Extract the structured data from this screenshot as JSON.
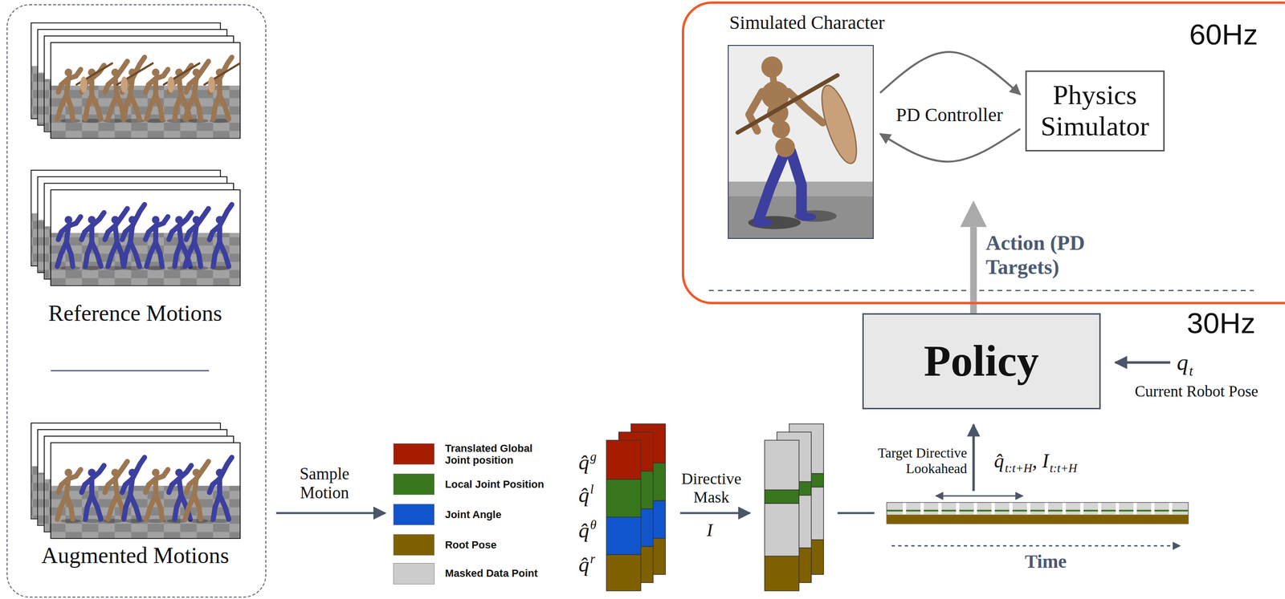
{
  "diagram": {
    "nodes": [
      {
        "text": [
          "Reference Motions",
          "Augmented Motions"
        ]
      },
      {
        "text": [
          "60Hz"
        ]
      },
      {
        "text": [
          "Simulated Character"
        ],
        "in": 1
      },
      {
        "text": [
          "Physics Simulator"
        ],
        "in": 1
      },
      {
        "text": [
          "Policy"
        ]
      }
    ],
    "edges": [
      {
        "from": 2,
        "to": 3,
        "label": "PD Controller",
        "arrow": "to"
      },
      {
        "from": 3,
        "to": 2,
        "arrow": "to"
      },
      {
        "from": 4,
        "to": 1,
        "label": "Action (PD Targets)",
        "arrow": "to"
      }
    ],
    "labels": [
      "Sample Motion",
      "q̂",
      "g",
      "q̂",
      "l",
      "q̂",
      "θ",
      "q̂",
      "r",
      "Directive Mask",
      "I",
      "Target Directive Lookahead",
      "q̂",
      "t:t+H",
      ", I",
      "t:t+H",
      "Time",
      "q",
      "t",
      "Current Robot Pose",
      "30Hz"
    ],
    "legend": [
      {
        "text": "Translated Global Joint position",
        "color": "#a61c00"
      },
      {
        "text": "Local Joint Position",
        "color": "#38761d"
      },
      {
        "text": "Joint Angle",
        "color": "#1155cc"
      },
      {
        "text": "Root Pose",
        "color": "#7f6000"
      },
      {
        "text": "Masked Data Point",
        "color": "#cccccc"
      }
    ]
  }
}
